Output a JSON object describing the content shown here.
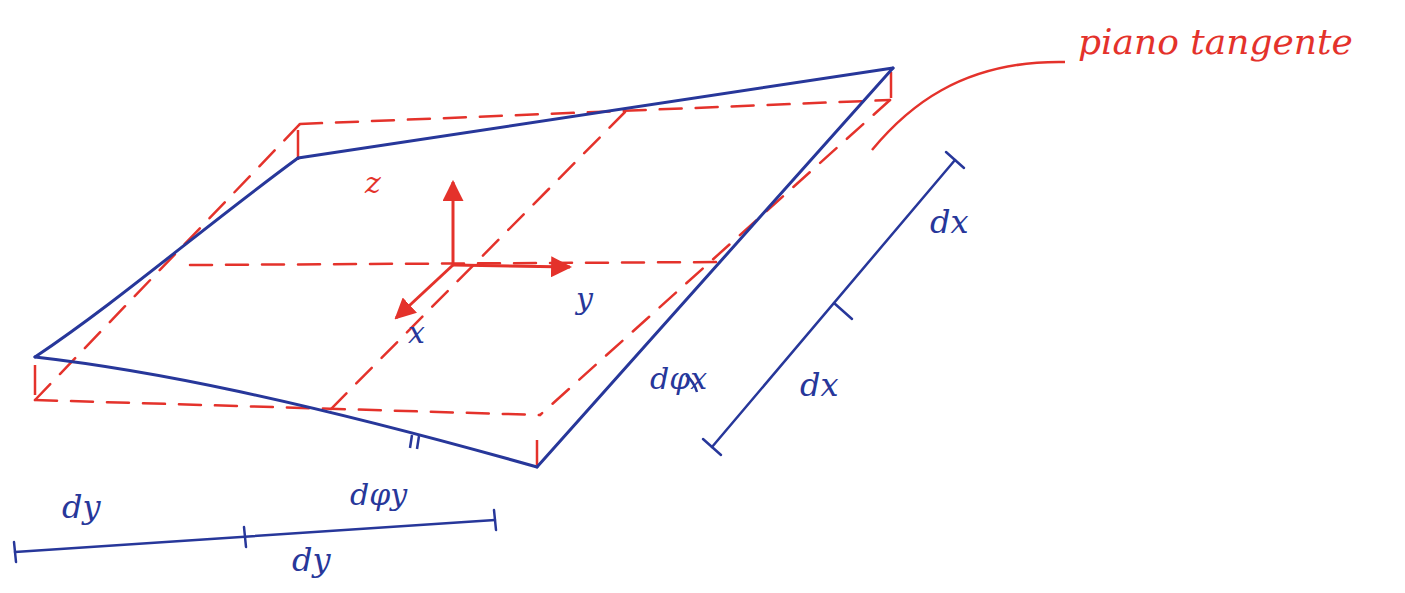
{
  "diagram": {
    "labels": [
      "piano tangente",
      "z",
      "y",
      "x",
      "dφx",
      "dφy",
      "dx",
      "dx",
      "dy",
      "dy"
    ]
  }
}
